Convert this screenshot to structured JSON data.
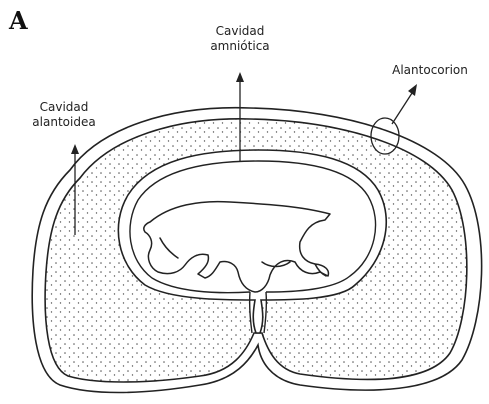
{
  "figure": {
    "panel_letter": "A",
    "labels": {
      "amniotic_cavity": [
        "Cavidad",
        "amniótica"
      ],
      "allantoic_cavity": [
        "Cavidad",
        "alantoidea"
      ],
      "allantochorion": "Alantocorion"
    },
    "colors": {
      "line": "#222222",
      "stipple": "#555555",
      "background": "#ffffff"
    }
  }
}
